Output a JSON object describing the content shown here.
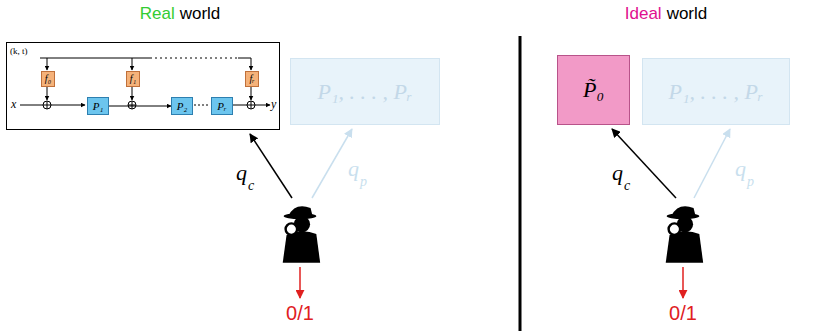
{
  "diagram": {
    "nodes": [
      {
        "text": [
          "(k, t)",
          "x",
          "y"
        ]
      },
      {
        "text": [
          "f₀"
        ],
        "in": 0
      },
      {
        "text": [
          "P₁"
        ],
        "in": 0
      },
      {
        "text": [
          "f₁"
        ],
        "in": 0
      },
      {
        "text": [
          "P₂"
        ],
        "in": 0
      },
      {
        "text": [
          "Pᵣ"
        ],
        "in": 0
      },
      {
        "text": [
          "fᵣ"
        ],
        "in": 0
      },
      {
        "text": [
          "P₁, . . . , Pᵣ"
        ]
      },
      {
        "text": [
          "P̃₀"
        ]
      },
      {
        "text": [
          "P₁, . . . , Pᵣ"
        ]
      }
    ],
    "edges": [
      {
        "from": 2,
        "to": 4,
        "arrow": "to"
      }
    ],
    "labels": [
      "Real",
      "world",
      "Ideal",
      "world",
      "q",
      "c",
      "q",
      "p",
      "0/1",
      "q",
      "c",
      "q",
      "p",
      "0/1"
    ]
  }
}
